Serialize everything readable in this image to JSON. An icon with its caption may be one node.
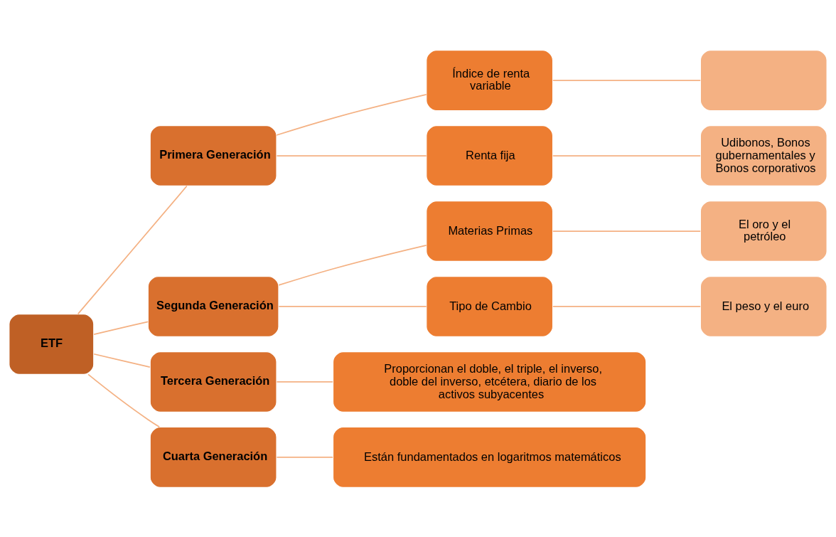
{
  "diagram": {
    "nodes": [
      {
        "text": [
          "ETF"
        ]
      },
      {
        "text": [
          "Primera Generación"
        ]
      },
      {
        "text": [
          "Índice de renta variable"
        ]
      },
      {
        "text": [],
        "shape": "box"
      },
      {
        "text": [
          "Renta fija"
        ]
      },
      {
        "text": [
          "Udibonos, Bonos gubernamentales y Bonos corporativos"
        ]
      },
      {
        "text": [
          "Segunda Generación"
        ]
      },
      {
        "text": [
          "Materias Primas"
        ]
      },
      {
        "text": [
          "El oro y el petróleo"
        ]
      },
      {
        "text": [
          "Tipo de Cambio"
        ]
      },
      {
        "text": [
          "El peso y el euro"
        ]
      },
      {
        "text": [
          "Tercera Generación"
        ]
      },
      {
        "text": [
          "Proporcionan el doble, el triple, el inverso, doble del inverso, etcétera, diario de los activos subyacentes"
        ]
      },
      {
        "text": [
          "Cuarta Generación"
        ]
      },
      {
        "text": [
          "Están fundamentados en logaritmos matemáticos"
        ]
      }
    ],
    "edges": [
      {
        "from": 0,
        "to": 1,
        "arrow": "none"
      },
      {
        "from": 0,
        "to": 6,
        "arrow": "none"
      },
      {
        "from": 0,
        "to": 11,
        "arrow": "none"
      },
      {
        "from": 0,
        "to": 13,
        "arrow": "none"
      },
      {
        "from": 1,
        "to": 2,
        "arrow": "none"
      },
      {
        "from": 1,
        "to": 4,
        "arrow": "none"
      },
      {
        "from": 2,
        "to": 3,
        "arrow": "none"
      },
      {
        "from": 4,
        "to": 5,
        "arrow": "none"
      },
      {
        "from": 6,
        "to": 7,
        "arrow": "none"
      },
      {
        "from": 6,
        "to": 9,
        "arrow": "none"
      },
      {
        "from": 7,
        "to": 8,
        "arrow": "none"
      },
      {
        "from": 9,
        "to": 10,
        "arrow": "none"
      },
      {
        "from": 11,
        "to": 12,
        "arrow": "none"
      },
      {
        "from": 13,
        "to": 14,
        "arrow": "none"
      }
    ]
  }
}
